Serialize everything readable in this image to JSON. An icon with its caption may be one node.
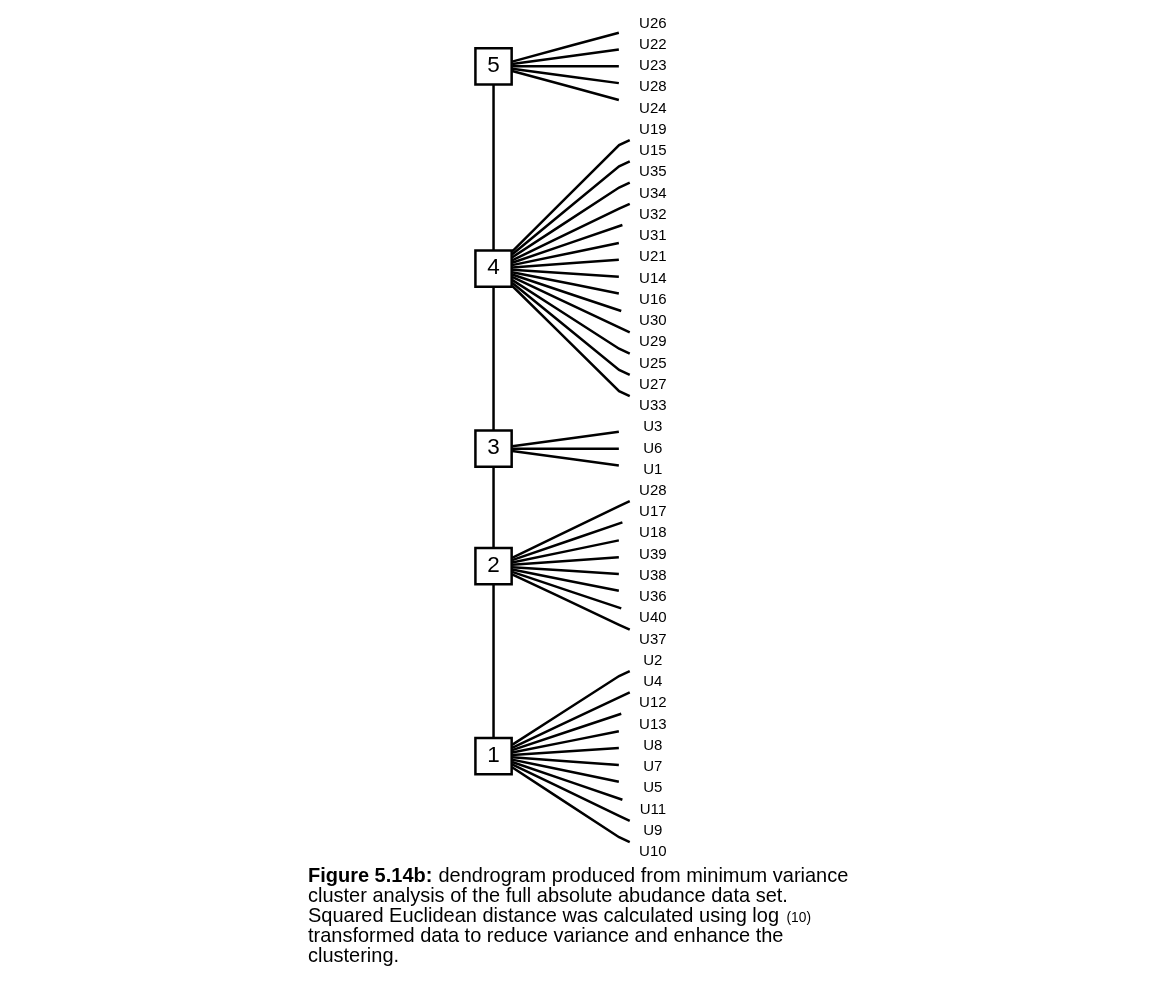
{
  "diagram": {
    "caption": "**Figure 5.14b:** dendrogram produced from minimum variance cluster analysis of the full absolute abudance data set. Squared Euclidean distance was calculated using log$^{(10)}$ transformed data to reduce variance and enhance the clustering.",
    "nodes": [
      {
        "text": [
          "5"
        ]
      },
      {
        "text": [
          "U26"
        ]
      },
      {
        "text": [
          "U22"
        ]
      },
      {
        "text": [
          "U23"
        ]
      },
      {
        "text": [
          "U28"
        ]
      },
      {
        "text": [
          "U24"
        ]
      },
      {
        "text": [
          "4"
        ]
      },
      {
        "text": [
          "U19"
        ]
      },
      {
        "text": [
          "U15"
        ]
      },
      {
        "text": [
          "U35"
        ]
      },
      {
        "text": [
          "U34"
        ]
      },
      {
        "text": [
          "U32"
        ]
      },
      {
        "text": [
          "U31"
        ]
      },
      {
        "text": [
          "U21"
        ]
      },
      {
        "text": [
          "U14"
        ]
      },
      {
        "text": [
          "U16"
        ]
      },
      {
        "text": [
          "U30"
        ]
      },
      {
        "text": [
          "U29"
        ]
      },
      {
        "text": [
          "U25"
        ]
      },
      {
        "text": [
          "U27"
        ]
      },
      {
        "text": [
          "U33"
        ]
      },
      {
        "text": [
          "3"
        ]
      },
      {
        "text": [
          "U3"
        ]
      },
      {
        "text": [
          "U6"
        ]
      },
      {
        "text": [
          "U1"
        ]
      },
      {
        "text": [
          "2"
        ]
      },
      {
        "text": [
          "U28"
        ]
      },
      {
        "text": [
          "U17"
        ]
      },
      {
        "text": [
          "U18"
        ]
      },
      {
        "text": [
          "U39"
        ]
      },
      {
        "text": [
          "U38"
        ]
      },
      {
        "text": [
          "U36"
        ]
      },
      {
        "text": [
          "U40"
        ]
      },
      {
        "text": [
          "U37"
        ]
      },
      {
        "text": [
          "1"
        ]
      },
      {
        "text": [
          "U2"
        ]
      },
      {
        "text": [
          "U4"
        ]
      },
      {
        "text": [
          "U12"
        ]
      },
      {
        "text": [
          "U13"
        ]
      },
      {
        "text": [
          "U8"
        ]
      },
      {
        "text": [
          "U7"
        ]
      },
      {
        "text": [
          "U5"
        ]
      },
      {
        "text": [
          "U11"
        ]
      },
      {
        "text": [
          "U9"
        ]
      },
      {
        "text": [
          "U10"
        ]
      }
    ],
    "edges": [
      {
        "from": 0,
        "to": 6,
        "arrow": "none"
      },
      {
        "from": 6,
        "to": 21,
        "arrow": "none"
      },
      {
        "from": 21,
        "to": 25,
        "arrow": "none"
      },
      {
        "from": 25,
        "to": 34,
        "arrow": "none"
      },
      {
        "from": 0,
        "to": 1,
        "arrow": "none"
      },
      {
        "from": 0,
        "to": 2,
        "arrow": "none"
      },
      {
        "from": 0,
        "to": 3,
        "arrow": "none"
      },
      {
        "from": 0,
        "to": 4,
        "arrow": "none"
      },
      {
        "from": 0,
        "to": 5,
        "arrow": "none"
      },
      {
        "from": 6,
        "to": 7,
        "arrow": "none"
      },
      {
        "from": 6,
        "to": 8,
        "arrow": "none"
      },
      {
        "from": 6,
        "to": 9,
        "arrow": "none"
      },
      {
        "from": 6,
        "to": 10,
        "arrow": "none"
      },
      {
        "from": 6,
        "to": 11,
        "arrow": "none"
      },
      {
        "from": 6,
        "to": 12,
        "arrow": "none"
      },
      {
        "from": 6,
        "to": 13,
        "arrow": "none"
      },
      {
        "from": 6,
        "to": 14,
        "arrow": "none"
      },
      {
        "from": 6,
        "to": 15,
        "arrow": "none"
      },
      {
        "from": 6,
        "to": 16,
        "arrow": "none"
      },
      {
        "from": 6,
        "to": 17,
        "arrow": "none"
      },
      {
        "from": 6,
        "to": 18,
        "arrow": "none"
      },
      {
        "from": 6,
        "to": 19,
        "arrow": "none"
      },
      {
        "from": 6,
        "to": 20,
        "arrow": "none"
      },
      {
        "from": 21,
        "to": 22,
        "arrow": "none"
      },
      {
        "from": 21,
        "to": 23,
        "arrow": "none"
      },
      {
        "from": 21,
        "to": 24,
        "arrow": "none"
      },
      {
        "from": 25,
        "to": 26,
        "arrow": "none"
      },
      {
        "from": 25,
        "to": 27,
        "arrow": "none"
      },
      {
        "from": 25,
        "to": 28,
        "arrow": "none"
      },
      {
        "from": 25,
        "to": 29,
        "arrow": "none"
      },
      {
        "from": 25,
        "to": 30,
        "arrow": "none"
      },
      {
        "from": 25,
        "to": 31,
        "arrow": "none"
      },
      {
        "from": 25,
        "to": 32,
        "arrow": "none"
      },
      {
        "from": 25,
        "to": 33,
        "arrow": "none"
      },
      {
        "from": 34,
        "to": 35,
        "arrow": "none"
      },
      {
        "from": 34,
        "to": 36,
        "arrow": "none"
      },
      {
        "from": 34,
        "to": 37,
        "arrow": "none"
      },
      {
        "from": 34,
        "to": 38,
        "arrow": "none"
      },
      {
        "from": 34,
        "to": 39,
        "arrow": "none"
      },
      {
        "from": 34,
        "to": 40,
        "arrow": "none"
      },
      {
        "from": 34,
        "to": 41,
        "arrow": "none"
      },
      {
        "from": 34,
        "to": 42,
        "arrow": "none"
      },
      {
        "from": 34,
        "to": 43,
        "arrow": "none"
      },
      {
        "from": 34,
        "to": 44,
        "arrow": "none"
      }
    ]
  }
}
